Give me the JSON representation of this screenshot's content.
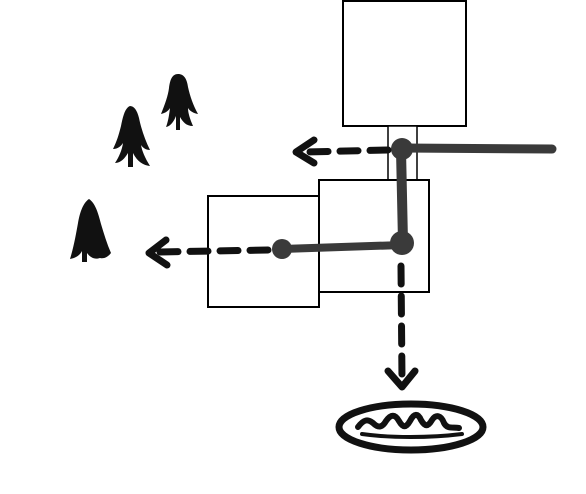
{
  "diagram": {
    "style": "hand-drawn ink sketch",
    "colors": {
      "background": "#ffffff",
      "ink": "#111111",
      "pipe": "#3a3a3a",
      "box_stroke": "#000000",
      "box_fill": "#ffffff"
    },
    "elements": {
      "trees": [
        "tree-icon",
        "tree-icon",
        "tree-icon"
      ],
      "boxes": [
        "building-top",
        "building-middle",
        "building-left",
        "connector-column"
      ],
      "pipes": [
        "main-pipe-horizontal",
        "main-pipe-vertical",
        "branch-pipe"
      ],
      "flows": [
        "dashed-arrow-to-trees-upper",
        "dashed-arrow-to-trees-lower",
        "dashed-arrow-to-pond"
      ],
      "water": [
        "pond-icon"
      ]
    }
  }
}
